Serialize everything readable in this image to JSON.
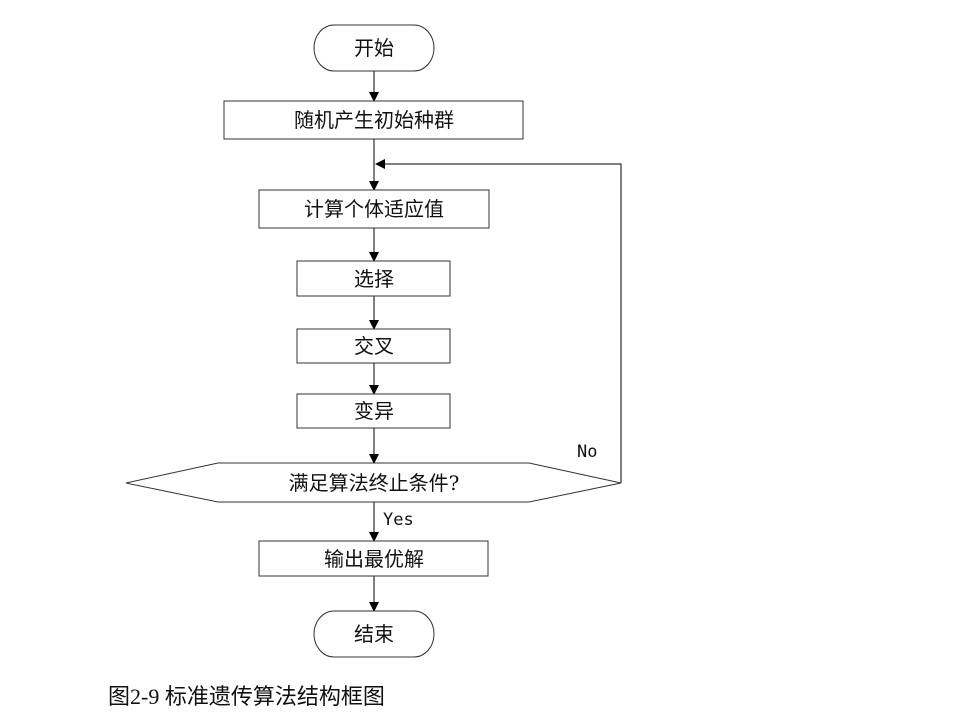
{
  "nodes": {
    "start": "开始",
    "init_population": "随机产生初始种群",
    "fitness": "计算个体适应值",
    "selection": "选择",
    "crossover": "交叉",
    "mutation": "变异",
    "decision": "满足算法终止条件?",
    "output": "输出最优解",
    "end": "结束"
  },
  "edges": {
    "no_label": "No",
    "yes_label": "Yes"
  },
  "caption": "图2-9  标准遗传算法结构框图"
}
